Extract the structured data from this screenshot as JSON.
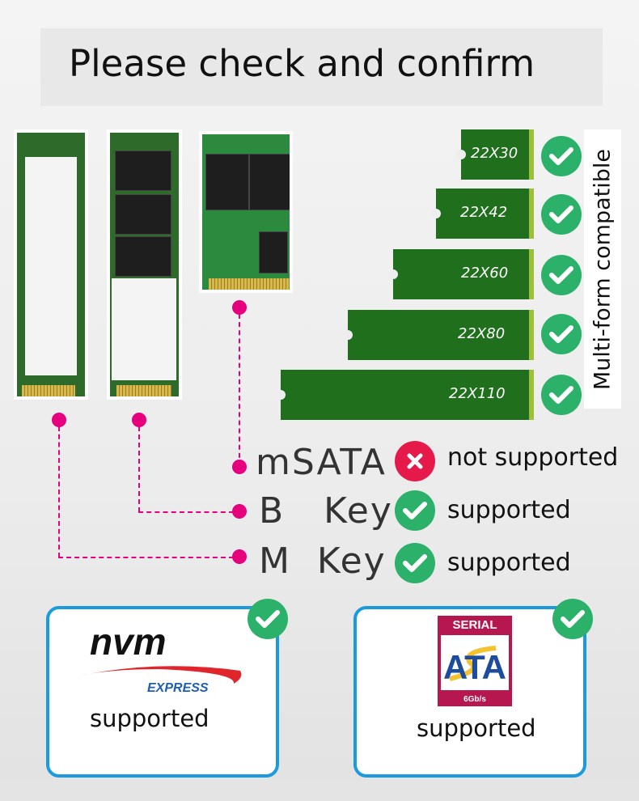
{
  "title": "Please check and confirm",
  "form_factors": [
    {
      "label": "22X30",
      "supported": true
    },
    {
      "label": "22X42",
      "supported": true
    },
    {
      "label": "22X60",
      "supported": true
    },
    {
      "label": "22X80",
      "supported": true
    },
    {
      "label": "22X110",
      "supported": true
    }
  ],
  "form_factor_caption": "Multi-form compatible",
  "interfaces": [
    {
      "key": "mSATA",
      "status": "not supported",
      "supported": false
    },
    {
      "key": "B   Key",
      "status": "supported",
      "supported": true
    },
    {
      "key": "M  Key",
      "status": "supported",
      "supported": true
    }
  ],
  "protocols": [
    {
      "logo": "NVM Express",
      "logo_text": [
        "nvm",
        "EXPRESS"
      ],
      "status": "supported"
    },
    {
      "logo": "Serial ATA",
      "logo_text": [
        "SERIAL",
        "ATA",
        "6Gb/s"
      ],
      "status": "supported"
    }
  ],
  "colors": {
    "check": "#2bb169",
    "cross": "#e6194b",
    "pink": "#e6007e",
    "card_border": "#1a9be0",
    "board": "#1f6f1c"
  }
}
